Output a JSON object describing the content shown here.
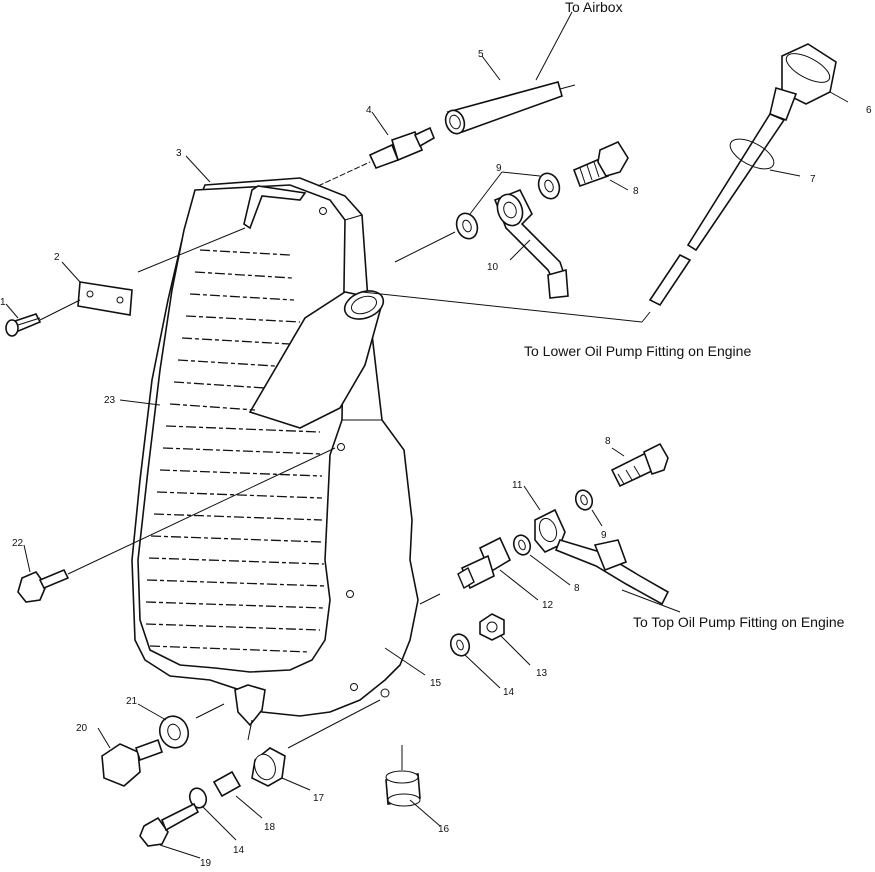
{
  "callouts": {
    "to_airbox": "To Airbox",
    "to_lower_oil_pump": "To Lower Oil Pump Fitting on Engine",
    "to_top_oil_pump": "To Top Oil Pump Fitting on Engine"
  },
  "part_numbers": {
    "p1": "1",
    "p2": "2",
    "p3": "3",
    "p4": "4",
    "p5": "5",
    "p6": "6",
    "p7": "7",
    "p8a": "8",
    "p9a": "9",
    "p10": "10",
    "p8b": "8",
    "p11": "11",
    "p9b": "9",
    "p8c": "8",
    "p12": "12",
    "p13": "13",
    "p14a": "14",
    "p15": "15",
    "p16": "16",
    "p17": "17",
    "p18": "18",
    "p14b": "14",
    "p19": "19",
    "p20": "20",
    "p21": "21",
    "p22": "22",
    "p23": "23"
  }
}
